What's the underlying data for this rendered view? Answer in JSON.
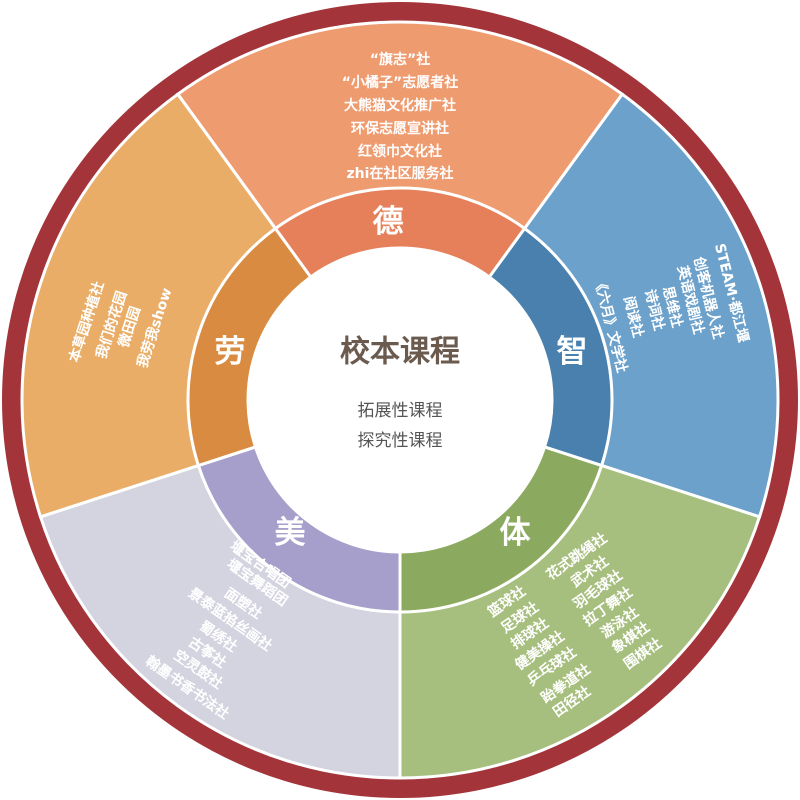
{
  "center": {
    "title": "校本课程",
    "subtitles": [
      "拓展性课程",
      "探究性课程"
    ]
  },
  "colors": {
    "ring": "#A3343A"
  },
  "segments": [
    {
      "key": "de",
      "label": "德",
      "outer_color": "#EE9B70",
      "inner_color": "#E5805B",
      "items": [
        "“旗志”社",
        "“小橘子”志愿者社",
        "大熊猫文化推广社",
        "环保志愿宣讲社",
        "红领巾文化社",
        "zhi在社区服务社"
      ]
    },
    {
      "key": "zhi",
      "label": "智",
      "outer_color": "#6CA1CB",
      "inner_color": "#4A80AE",
      "items": [
        "STEAM·都江堰",
        "创客机器人社",
        "英语戏剧社",
        "思维社",
        "诗词社",
        "阅读社",
        "《六月》文学社"
      ]
    },
    {
      "key": "ti",
      "label": "体",
      "outer_color": "#A7BF7E",
      "inner_color": "#8CAA5F",
      "items": [
        "篮球社",
        "足球社",
        "排球社",
        "健美操社",
        "乒乓球社",
        "跆拳道社",
        "田径社",
        "花式跳绳社",
        "武术社",
        "羽毛球社",
        "拉丁舞社",
        "游泳社",
        "象棋社",
        "围棋社"
      ]
    },
    {
      "key": "mei",
      "label": "美",
      "outer_color": "#D4D4E1",
      "inner_color": "#A69FCB",
      "items": [
        "堰宝合唱团",
        "堰宝舞蹈团",
        "面塑社",
        "景泰蓝掐丝画社",
        "蜀绣社",
        "古筝社",
        "空灵鼓社",
        "翰墨书香书法社"
      ]
    },
    {
      "key": "lao",
      "label": "劳",
      "outer_color": "#E9AD68",
      "inner_color": "#D98C41",
      "items": [
        "本草园种植社",
        "我们的花园",
        "微田园",
        "我劳我show"
      ]
    }
  ]
}
